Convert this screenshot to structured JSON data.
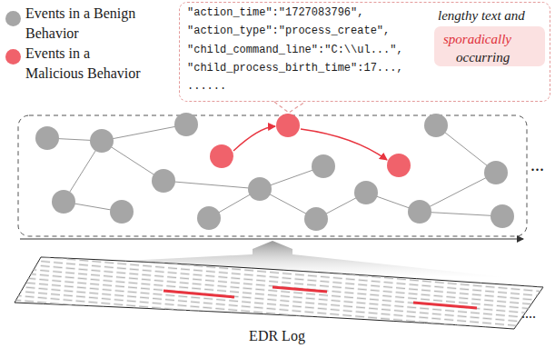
{
  "diagram": {
    "nodes": [
      {
        "text": [
          "\"action_time\":\"1727083796\",",
          "\"action_type\":\"process_create\",",
          "\"child_command_line\":\"C:\\\\ul...\",",
          "\"child_process_birth_time\":17...,",
          "......",
          "lengthy text and",
          "sporadically",
          "occurring"
        ]
      }
    ],
    "edges": [],
    "labels": [
      "...",
      "....",
      "EDR Log"
    ],
    "legend": [
      {
        "text": "Events in a Benign Behavior",
        "color": "#a6a6a6"
      },
      {
        "text": "Events in a Malicious Behavior",
        "color": "#f0626b"
      }
    ]
  }
}
